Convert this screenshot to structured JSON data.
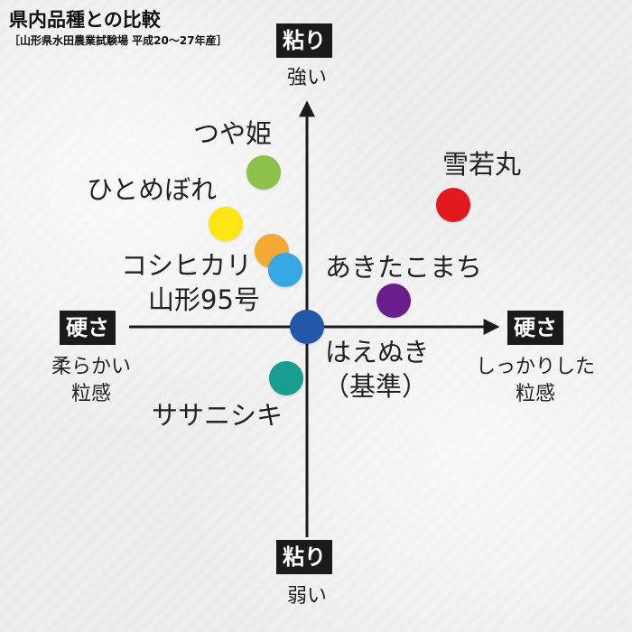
{
  "title": "県内品種との比較",
  "subtitle": "［山形県水田農業試験場 平成20～27年産］",
  "axes": {
    "top_badge": "粘り",
    "top_note": "強い",
    "bottom_badge": "粘り",
    "bottom_note": "弱い",
    "left_badge": "硬さ",
    "left_note_line1": "柔らかい",
    "left_note_line2": "粒感",
    "right_badge": "硬さ",
    "right_note_line1": "しっかりした",
    "right_note_line2": "粒感"
  },
  "varieties": [
    {
      "label": "つや姫",
      "color": "#8dc24a"
    },
    {
      "label": "ひとめぼれ",
      "color": "#ffe513"
    },
    {
      "label": "コシヒカリ",
      "color": "#f4a933"
    },
    {
      "label": "山形95号",
      "color": "#35a7e5"
    },
    {
      "label": "雪若丸",
      "color": "#e3191f"
    },
    {
      "label": "あきたこまち",
      "color": "#6a1e8c"
    },
    {
      "label": "はえぬき",
      "label2": "（基準）",
      "color": "#2157a6"
    },
    {
      "label": "ササニシキ",
      "color": "#179e8f"
    }
  ]
}
